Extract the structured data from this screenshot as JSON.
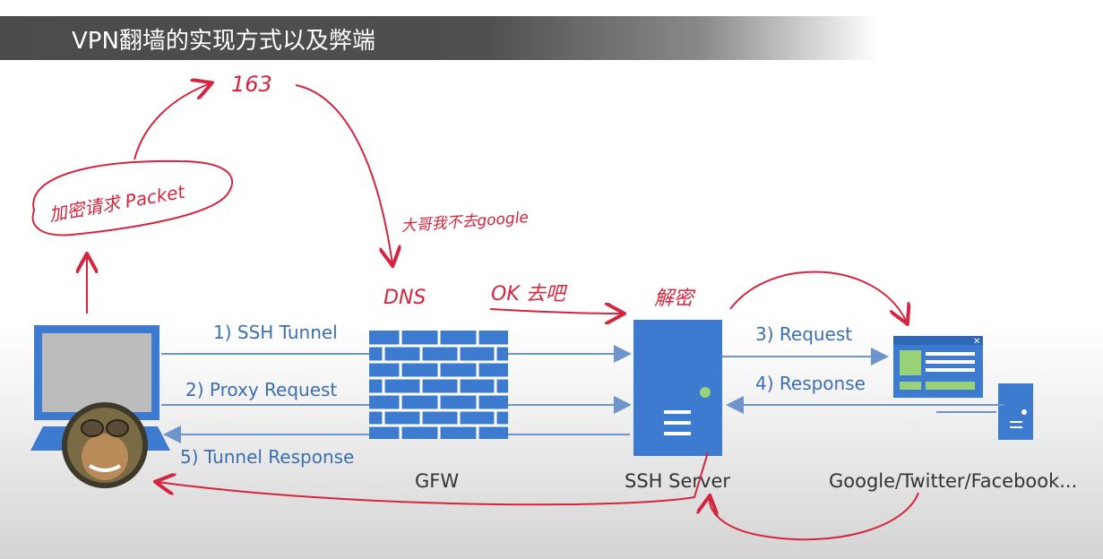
{
  "title": "VPN翻墙的实现方式以及弊端",
  "labels": {
    "ssh_tunnel": "1) SSH Tunnel",
    "proxy_request": "2) Proxy Request",
    "tunnel_response": "5) Tunnel Response",
    "request": "3) Request",
    "response": "4) Response"
  },
  "nodes": {
    "gfw": "GFW",
    "ssh_server": "SSH Server",
    "sites": "Google/Twitter/Facebook..."
  },
  "annotations": {
    "packet": "加密请求 Packet",
    "ip": "163",
    "dns_note": "大哥我不去google",
    "dns": "DNS",
    "ok": "OK 去吧",
    "decrypt": "解密"
  },
  "colors": {
    "title_bg": "#4b4b4b",
    "flow_blue": "#3c7bd0",
    "arrow_gray_blue": "#a9c2e3",
    "annotation_red": "#d4253e"
  }
}
